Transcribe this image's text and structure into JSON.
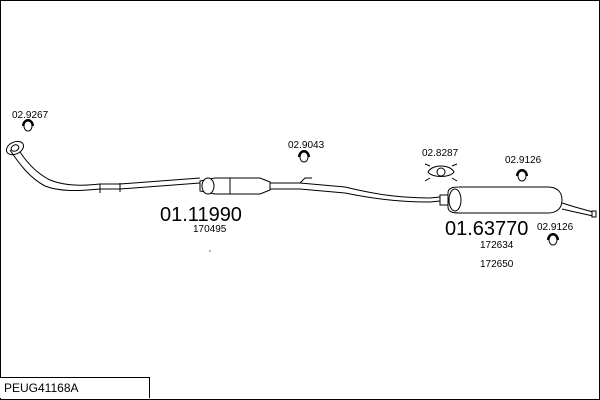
{
  "diagram": {
    "part_number": "PEUG41168A",
    "components": [
      {
        "id": "front_pipe_clamp",
        "code": "02.9267"
      },
      {
        "id": "front_muffler",
        "code": "01.11990",
        "sub_codes": [
          "170495"
        ]
      },
      {
        "id": "mid_clamp",
        "code": "02.9043"
      },
      {
        "id": "rubber_mount",
        "code": "02.8287"
      },
      {
        "id": "rear_mount_upper",
        "code": "02.9126"
      },
      {
        "id": "rear_muffler",
        "code": "01.63770",
        "sub_codes": [
          "172634",
          "172650"
        ]
      },
      {
        "id": "rear_mount_lower",
        "code": "02.9126"
      }
    ],
    "colors": {
      "line": "#000000",
      "background": "#ffffff"
    }
  }
}
